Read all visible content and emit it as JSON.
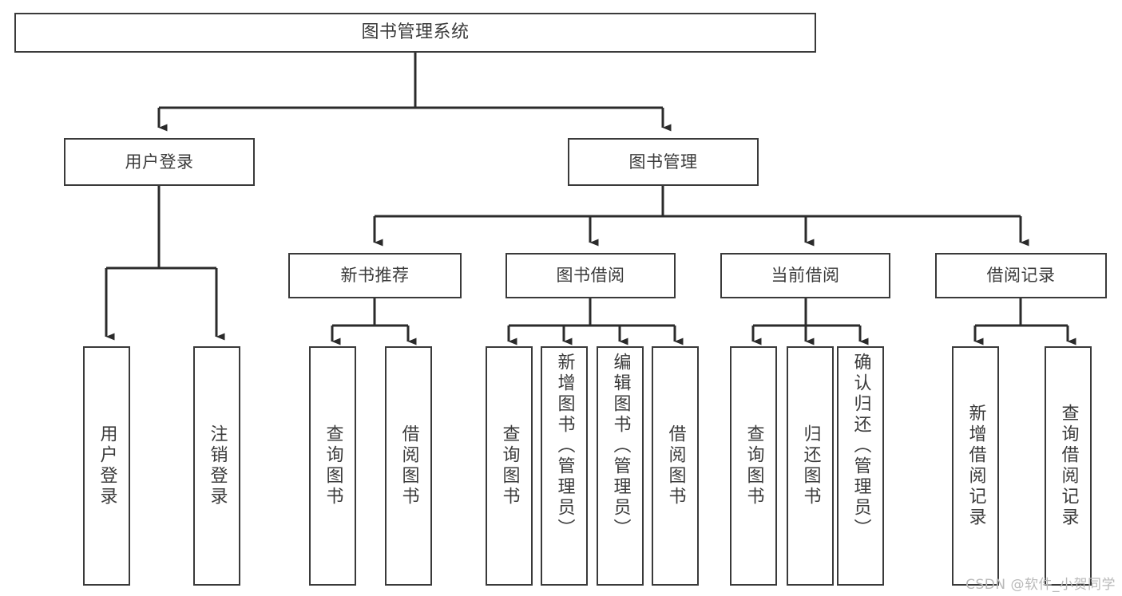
{
  "diagram": {
    "title": "图书管理系统",
    "root": {
      "label": "图书管理系统"
    },
    "level1": [
      {
        "label": "用户登录"
      },
      {
        "label": "图书管理"
      }
    ],
    "level2": [
      {
        "label": "新书推荐"
      },
      {
        "label": "图书借阅"
      },
      {
        "label": "当前借阅"
      },
      {
        "label": "借阅记录"
      }
    ],
    "leaves": [
      {
        "label": "用户登录",
        "parent": "用户登录"
      },
      {
        "label": "注销登录",
        "parent": "用户登录"
      },
      {
        "label": "查询图书",
        "parent": "新书推荐"
      },
      {
        "label": "借阅图书",
        "parent": "新书推荐"
      },
      {
        "label": "查询图书",
        "parent": "图书借阅"
      },
      {
        "label": "新增图书（管理员）",
        "parent": "图书借阅"
      },
      {
        "label": "编辑图书（管理员）",
        "parent": "图书借阅"
      },
      {
        "label": "借阅图书",
        "parent": "图书借阅"
      },
      {
        "label": "查询图书",
        "parent": "当前借阅"
      },
      {
        "label": "归还图书",
        "parent": "当前借阅"
      },
      {
        "label": "确认归还（管理员）",
        "parent": "当前借阅"
      },
      {
        "label": "新增借阅记录",
        "parent": "借阅记录"
      },
      {
        "label": "查询借阅记录",
        "parent": "借阅记录"
      }
    ]
  },
  "watermark": {
    "text": "CSDN @软件_小贺同学"
  },
  "colors": {
    "box_border": "#3a3a3a",
    "box_fill": "#ffffff",
    "connector": "#2b2b2b",
    "text": "#3b3b3b",
    "watermark": "#b9b9b9",
    "background": "#ffffff"
  }
}
